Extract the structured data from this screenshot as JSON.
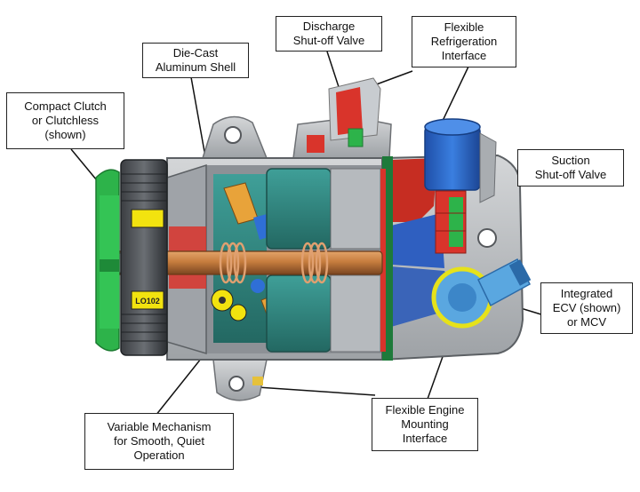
{
  "colors": {
    "green": "#2db34a",
    "teal": "#2f8a84",
    "copper": "#c67d3e",
    "red": "#d9342b",
    "blue": "#2f6fd6",
    "light_blue": "#5aa7e0",
    "housing_gray": "#b9bcbf",
    "dark_gray": "#505458",
    "yellow": "#f2e30f",
    "orange": "#e08a25"
  },
  "callouts": {
    "clutch": [
      "Compact Clutch",
      "or Clutchless",
      "(shown)"
    ],
    "shell": [
      "Die-Cast",
      "Aluminum Shell"
    ],
    "discharge": [
      "Discharge",
      "Shut-off Valve"
    ],
    "refrigeration": [
      "Flexible",
      "Refrigeration",
      "Interface"
    ],
    "suction": [
      "Suction",
      "Shut-off Valve"
    ],
    "ecv": [
      "Integrated",
      "ECV (shown)",
      "or MCV"
    ],
    "mounting": [
      "Flexible Engine",
      "Mounting",
      "Interface"
    ],
    "mechanism": [
      "Variable Mechanism",
      "for Smooth, Quiet",
      "Operation"
    ]
  },
  "bearing_labels": {
    "top": "",
    "bottom": "LO102"
  }
}
